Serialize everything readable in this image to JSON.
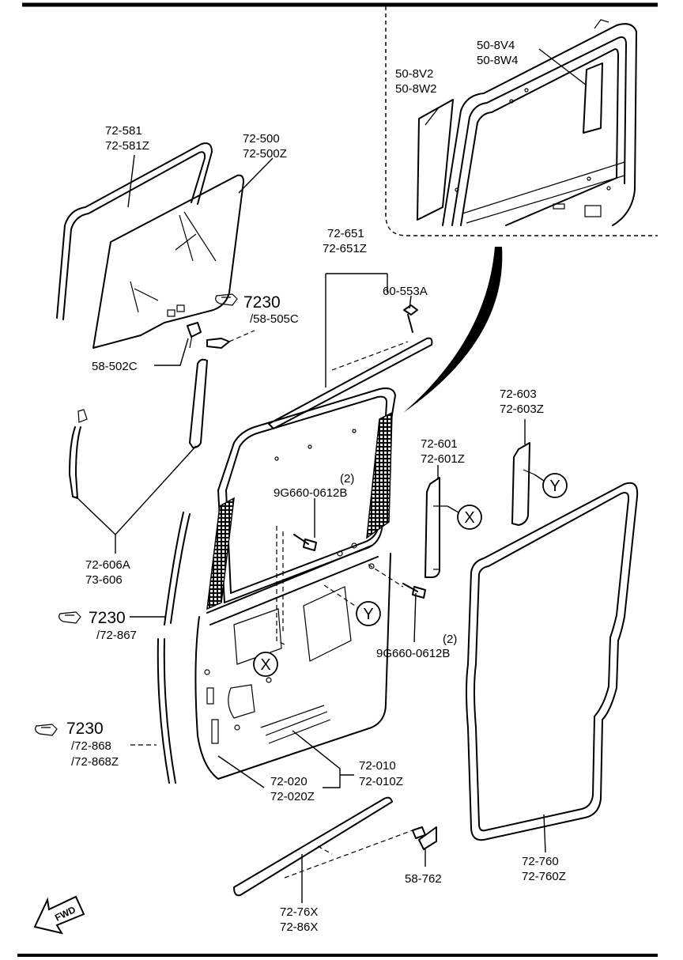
{
  "diagram": {
    "labels": {
      "glass_run": [
        "72-581",
        "72-581Z"
      ],
      "door_glass": [
        "72-500",
        "72-500Z"
      ],
      "stripe_front": [
        "50-8V2",
        "50-8W2"
      ],
      "stripe_rear": [
        "50-8V4",
        "50-8W4"
      ],
      "outer_weather": [
        "72-651",
        "72-651Z"
      ],
      "clip": "60-553A",
      "ref_7230_a": "7230",
      "ref_58_505c": "/58-505C",
      "glass_bolt": "58-502C",
      "channel": [
        "72-606A",
        "73-606"
      ],
      "ref_7230_b": "7230",
      "ref_72_867": "/72-867",
      "ref_7230_c": "7230",
      "ref_72_868": [
        "/72-868",
        "/72-868Z"
      ],
      "bolt_upper": "9G660-0612B",
      "bolt_upper_qty": "(2)",
      "bolt_lower": "9G660-0612B",
      "bolt_lower_qty": "(2)",
      "rail_601": [
        "72-601",
        "72-601Z"
      ],
      "rail_603": [
        "72-603",
        "72-603Z"
      ],
      "door_panel_010": [
        "72-010",
        "72-010Z"
      ],
      "door_panel_020": [
        "72-020",
        "72-020Z"
      ],
      "weatherstrip": [
        "72-760",
        "72-760Z"
      ],
      "retainer": "58-762",
      "sill": [
        "72-76X",
        "72-86X"
      ],
      "circle_x": "X",
      "circle_y": "Y",
      "fwd": "FWD"
    }
  }
}
